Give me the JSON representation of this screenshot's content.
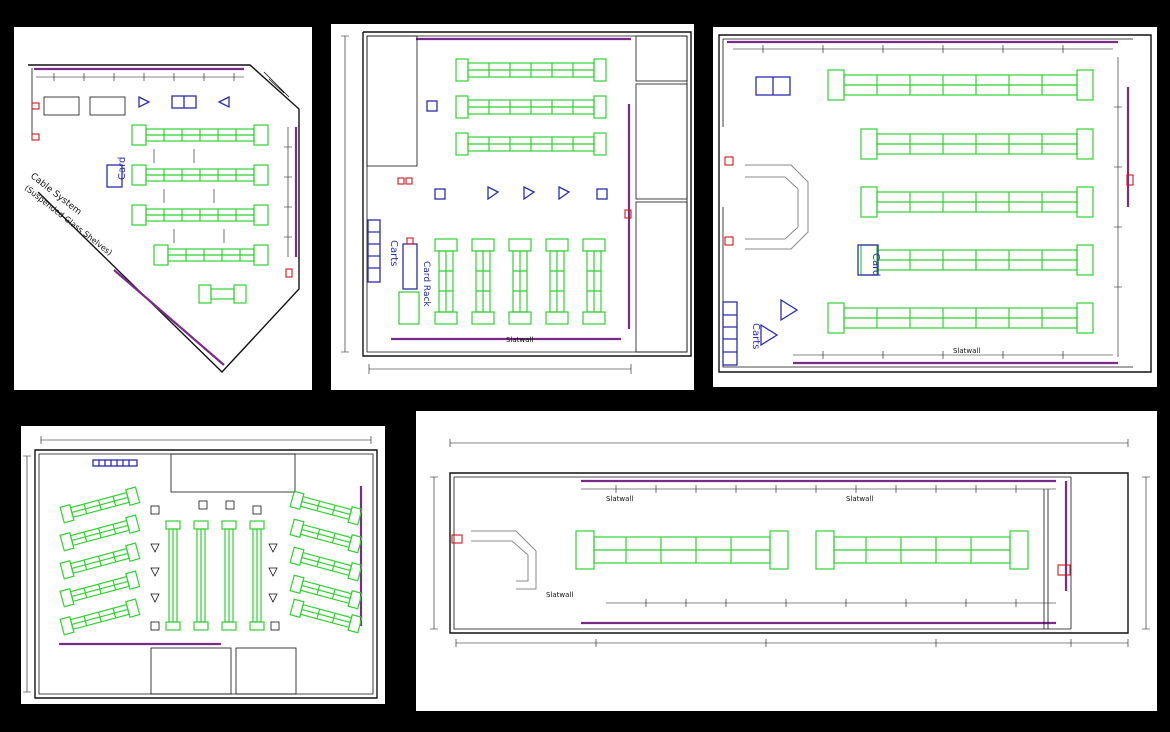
{
  "labels": {
    "cable_system": "Cable System",
    "cable_system_sub": "(Suspended Glass Shelves)",
    "card": "Card",
    "carts": "Carts",
    "card_rack": "Card Rack",
    "slatwall": "Slatwall"
  },
  "colors": {
    "background": "#000000",
    "panel": "#ffffff",
    "fixture": "#2fd12f",
    "blue_fixture": "#2b2bb0",
    "slatwall_line": "#7a2a8a",
    "marker": "#d01818"
  }
}
